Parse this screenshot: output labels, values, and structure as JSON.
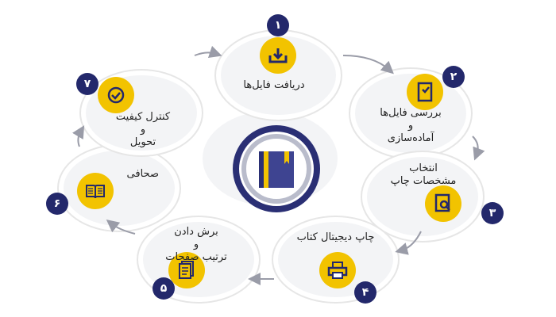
{
  "center": {
    "icon": "book-icon"
  },
  "steps": [
    {
      "num": "۱",
      "label": "دریافت فایل‌ها",
      "icon": "download-tray-icon"
    },
    {
      "num": "۲",
      "label": "بررسی فایل‌ها\nو\nآماده‌سازی",
      "icon": "document-check-icon"
    },
    {
      "num": "۳",
      "label": "انتخاب\nمشخصات چاپ",
      "icon": "search-document-icon"
    },
    {
      "num": "۴",
      "label": "چاپ دیجیتال کتاب",
      "icon": "printer-icon"
    },
    {
      "num": "۵",
      "label": "برش دادن\nو\nترتیب صفحات",
      "icon": "pages-stack-icon"
    },
    {
      "num": "۶",
      "label": "صحافی",
      "icon": "open-book-icon"
    },
    {
      "num": "۷",
      "label": "کنترل کیفیت\nو\nتحویل",
      "icon": "check-circle-icon"
    }
  ],
  "colors": {
    "accent": "#f2c300",
    "navy": "#23286b",
    "ring": "#2a2f74",
    "bubble": "#f3f4f6"
  }
}
